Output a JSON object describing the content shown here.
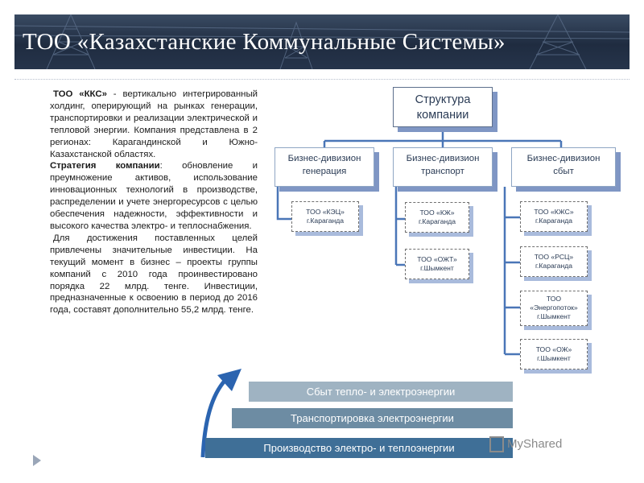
{
  "header": {
    "title": "ТОО «Казахстанские Коммунальные Системы»"
  },
  "description": {
    "p1_bold": "ТОО «ККС»",
    "p1_rest": " - вертикально интегрированный холдинг, оперирующий на рынках генерации, транспортировки и реализации электрической и тепловой энергии. Компания представлена в 2 регионах: Карагандинской и Южно-Казахстанской областях.",
    "p2_bold": "Стратегия компании",
    "p2_rest": ": обновление и преумножение активов, использование инновационных технологий в производстве, распределении и учете энергоресурсов с целью обеспечения надежности, эффективности и высокого качества электро- и теплоснабжения.",
    "p3": "Для достижения поставленных целей привлечены значительные инвестиции. На текущий момент в бизнес – проекты группы компаний с 2010 года проинвестировано порядка 22 млрд. тенге. Инвестиции, предназначенные к освоению в период до 2016 года, составят дополнительно 55,2 млрд. тенге."
  },
  "org_chart": {
    "root": {
      "line1": "Структура",
      "line2": "компании"
    },
    "divisions": [
      {
        "line1": "Бизнес-дивизион",
        "line2": "генерация",
        "units": [
          {
            "line1": "ТОО «КЭЦ»",
            "line2": "г.Караганда"
          }
        ]
      },
      {
        "line1": "Бизнес-дивизион",
        "line2": "транспорт",
        "units": [
          {
            "line1": "ТОО «КЖ»",
            "line2": "г.Караганда"
          },
          {
            "line1": "ТОО «ОЖТ»",
            "line2": "г.Шымкент"
          }
        ]
      },
      {
        "line1": "Бизнес-дивизион",
        "line2": "сбыт",
        "units": [
          {
            "line1": "ТОО «КЖС»",
            "line2": "г.Караганда"
          },
          {
            "line1": "ТОО «РСЦ»",
            "line2": "г.Караганда"
          },
          {
            "line1": "ТОО",
            "line2": "«Энергопоток»",
            "line3": "г.Шымкент"
          },
          {
            "line1": "ТОО «ОЖ»",
            "line2": "г.Шымкент"
          }
        ]
      }
    ]
  },
  "value_chain": {
    "top": "Сбыт тепло- и электроэнергии",
    "middle": "Транспортировка электроэнергии",
    "bottom": "Производство электро- и теплоэнергии"
  },
  "colors": {
    "header_bg": "#26344b",
    "bar_top": "#9fb3c2",
    "bar_middle": "#6d8ca3",
    "bar_bottom": "#3f6f97",
    "arrow": "#2b64b0",
    "box_shadow": "#7f96c4",
    "connector": "#4a76b7"
  },
  "watermark": "MyShared"
}
